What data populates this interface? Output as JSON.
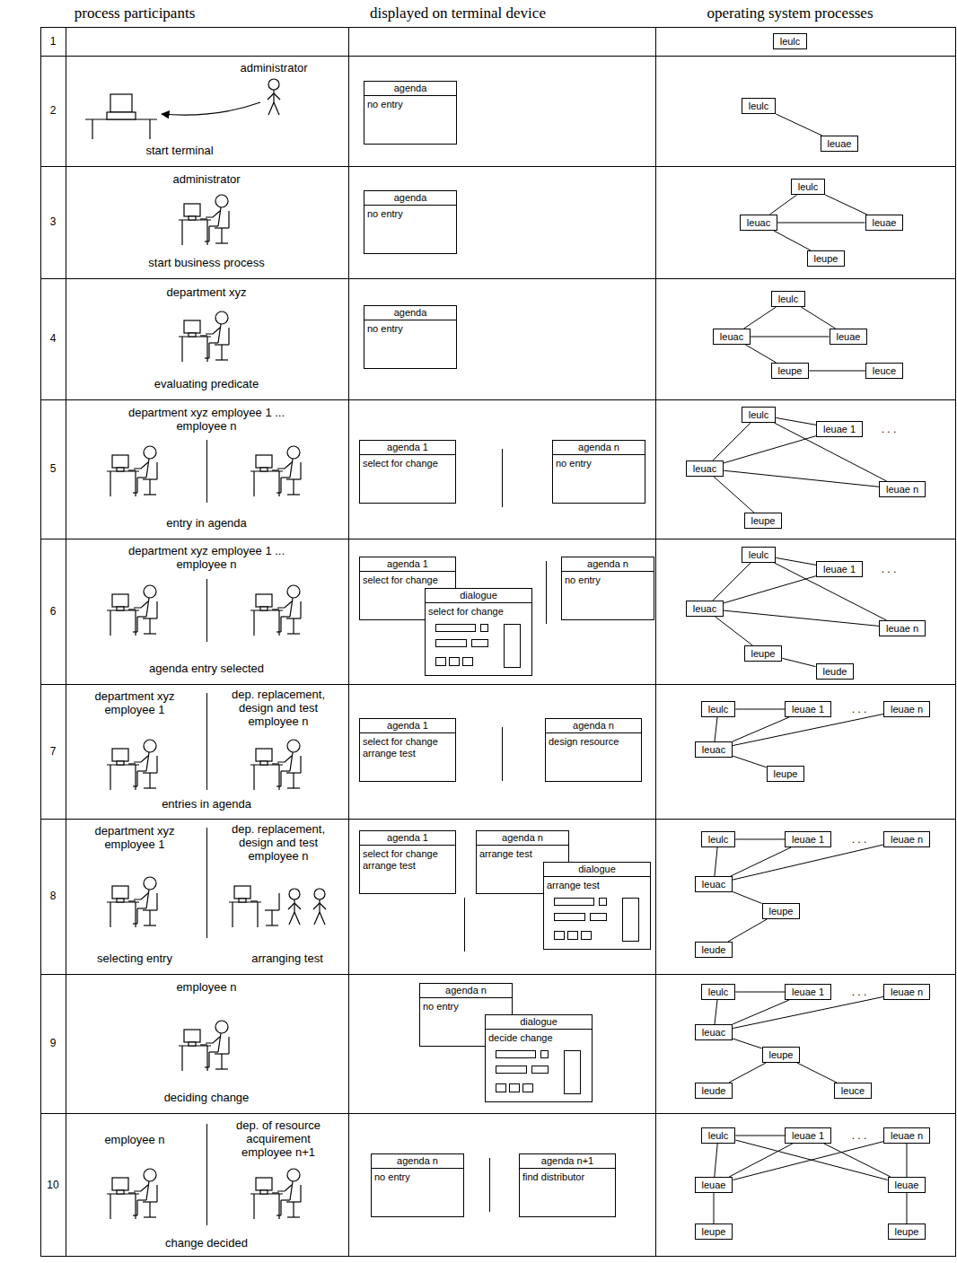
{
  "diagram": {
    "nodes": [
      {
        "text": [
          "leulc"
        ]
      },
      {
        "text": [
          "agenda",
          "no entry"
        ]
      },
      {
        "text": [
          "leulc"
        ]
      },
      {
        "text": [
          "leuae"
        ]
      },
      {
        "text": [
          "agenda",
          "no entry"
        ]
      },
      {
        "text": [
          "leulc"
        ]
      },
      {
        "text": [
          "leuac"
        ]
      },
      {
        "text": [
          "leuae"
        ]
      },
      {
        "text": [
          "leupe"
        ]
      },
      {
        "text": [
          "agenda",
          "no entry"
        ]
      },
      {
        "text": [
          "leulc"
        ]
      },
      {
        "text": [
          "leuac"
        ]
      },
      {
        "text": [
          "leuae"
        ]
      },
      {
        "text": [
          "leupe"
        ]
      },
      {
        "text": [
          "leuce"
        ]
      },
      {
        "text": [
          "agenda 1",
          "select for change"
        ]
      },
      {
        "text": [
          "agenda n",
          "no entry"
        ]
      },
      {
        "text": [
          "leulc"
        ]
      },
      {
        "text": [
          "leuae 1"
        ]
      },
      {
        "text": [
          "leuac"
        ]
      },
      {
        "text": [
          "leuae n"
        ]
      },
      {
        "text": [
          "leupe"
        ]
      },
      {
        "text": [
          "agenda 1",
          "select for change"
        ]
      },
      {
        "text": [
          "dialogue",
          "select for change"
        ]
      },
      {
        "text": [
          "agenda n",
          "no entry"
        ]
      },
      {
        "text": [
          "leulc"
        ]
      },
      {
        "text": [
          "leuae 1"
        ]
      },
      {
        "text": [
          "leuac"
        ]
      },
      {
        "text": [
          "leuae n"
        ]
      },
      {
        "text": [
          "leupe"
        ]
      },
      {
        "text": [
          "leude"
        ]
      },
      {
        "text": [
          "agenda 1",
          "select for change arrange test"
        ]
      },
      {
        "text": [
          "agenda n",
          "design resource"
        ]
      },
      {
        "text": [
          "leulc"
        ]
      },
      {
        "text": [
          "leuae 1"
        ]
      },
      {
        "text": [
          "leuae n"
        ]
      },
      {
        "text": [
          "leuac"
        ]
      },
      {
        "text": [
          "leupe"
        ]
      },
      {
        "text": [
          "agenda 1",
          "select for change arrange test"
        ]
      },
      {
        "text": [
          "agenda n",
          "arrange test"
        ]
      },
      {
        "text": [
          "dialogue",
          "arrange test"
        ]
      },
      {
        "text": [
          "leulc"
        ]
      },
      {
        "text": [
          "leuae 1"
        ]
      },
      {
        "text": [
          "leuae n"
        ]
      },
      {
        "text": [
          "leuac"
        ]
      },
      {
        "text": [
          "leupe"
        ]
      },
      {
        "text": [
          "leude"
        ]
      },
      {
        "text": [
          "agenda n",
          "no entry"
        ]
      },
      {
        "text": [
          "dialogue",
          "decide change"
        ]
      },
      {
        "text": [
          "leulc"
        ]
      },
      {
        "text": [
          "leuae 1"
        ]
      },
      {
        "text": [
          "leuae n"
        ]
      },
      {
        "text": [
          "leuac"
        ]
      },
      {
        "text": [
          "leupe"
        ]
      },
      {
        "text": [
          "leude"
        ]
      },
      {
        "text": [
          "leuce"
        ]
      },
      {
        "text": [
          "agenda n",
          "no entry"
        ]
      },
      {
        "text": [
          "agenda n+1",
          "find distributor"
        ]
      },
      {
        "text": [
          "leulc"
        ]
      },
      {
        "text": [
          "leuae 1"
        ]
      },
      {
        "text": [
          "leuae n"
        ]
      },
      {
        "text": [
          "leuae"
        ]
      },
      {
        "text": [
          "leuae"
        ]
      },
      {
        "text": [
          "leupe"
        ]
      },
      {
        "text": [
          "leupe"
        ]
      }
    ],
    "edges": [
      {
        "from": 2,
        "to": 3,
        "arrow": "none"
      },
      {
        "from": 5,
        "to": 6,
        "arrow": "none"
      },
      {
        "from": 5,
        "to": 7,
        "arrow": "none"
      },
      {
        "from": 6,
        "to": 7,
        "arrow": "none"
      },
      {
        "from": 6,
        "to": 8,
        "arrow": "none"
      },
      {
        "from": 10,
        "to": 11,
        "arrow": "none"
      },
      {
        "from": 10,
        "to": 12,
        "arrow": "none"
      },
      {
        "from": 11,
        "to": 12,
        "arrow": "none"
      },
      {
        "from": 11,
        "to": 13,
        "arrow": "none"
      },
      {
        "from": 13,
        "to": 14,
        "arrow": "none"
      },
      {
        "from": 17,
        "to": 19,
        "arrow": "none"
      },
      {
        "from": 17,
        "to": 18,
        "arrow": "none"
      },
      {
        "from": 17,
        "to": 20,
        "arrow": "none"
      },
      {
        "from": 19,
        "to": 18,
        "arrow": "none"
      },
      {
        "from": 19,
        "to": 20,
        "arrow": "none"
      },
      {
        "from": 19,
        "to": 21,
        "arrow": "none"
      },
      {
        "from": 25,
        "to": 27,
        "arrow": "none"
      },
      {
        "from": 25,
        "to": 26,
        "arrow": "none"
      },
      {
        "from": 25,
        "to": 28,
        "arrow": "none"
      },
      {
        "from": 27,
        "to": 26,
        "arrow": "none"
      },
      {
        "from": 27,
        "to": 28,
        "arrow": "none"
      },
      {
        "from": 27,
        "to": 29,
        "arrow": "none"
      },
      {
        "from": 29,
        "to": 30,
        "arrow": "none"
      },
      {
        "from": 33,
        "to": 34,
        "arrow": "none"
      },
      {
        "from": 33,
        "to": 36,
        "arrow": "none"
      },
      {
        "from": 36,
        "to": 34,
        "arrow": "none"
      },
      {
        "from": 36,
        "to": 35,
        "arrow": "none"
      },
      {
        "from": 36,
        "to": 37,
        "arrow": "none"
      },
      {
        "from": 41,
        "to": 42,
        "arrow": "none"
      },
      {
        "from": 41,
        "to": 44,
        "arrow": "none"
      },
      {
        "from": 44,
        "to": 42,
        "arrow": "none"
      },
      {
        "from": 44,
        "to": 43,
        "arrow": "none"
      },
      {
        "from": 44,
        "to": 45,
        "arrow": "none"
      },
      {
        "from": 45,
        "to": 46,
        "arrow": "none"
      },
      {
        "from": 49,
        "to": 50,
        "arrow": "none"
      },
      {
        "from": 49,
        "to": 52,
        "arrow": "none"
      },
      {
        "from": 52,
        "to": 50,
        "arrow": "none"
      },
      {
        "from": 52,
        "to": 51,
        "arrow": "none"
      },
      {
        "from": 52,
        "to": 53,
        "arrow": "none"
      },
      {
        "from": 53,
        "to": 54,
        "arrow": "none"
      },
      {
        "from": 53,
        "to": 55,
        "arrow": "none"
      },
      {
        "from": 58,
        "to": 59,
        "arrow": "none"
      },
      {
        "from": 58,
        "to": 61,
        "arrow": "none"
      },
      {
        "from": 58,
        "to": 62,
        "arrow": "none"
      },
      {
        "from": 59,
        "to": 61,
        "arrow": "none"
      },
      {
        "from": 59,
        "to": 62,
        "arrow": "none"
      },
      {
        "from": 60,
        "to": 61,
        "arrow": "none"
      },
      {
        "from": 60,
        "to": 62,
        "arrow": "none"
      },
      {
        "from": 61,
        "to": 63,
        "arrow": "none"
      },
      {
        "from": 62,
        "to": 64,
        "arrow": "none"
      }
    ],
    "labels": [
      "process participants",
      "displayed on terminal device",
      "operating system processes",
      "1",
      "2",
      "administrator",
      "start terminal",
      "3",
      "administrator",
      "start business process",
      "4",
      "department xyz",
      "evaluating predicate",
      "5",
      "department xyz employee 1 ... employee n",
      "entry in agenda",
      ". . .",
      "6",
      "department xyz employee 1 ... employee n",
      "agenda entry selected",
      ". . .",
      "7",
      "department xyz employee 1",
      "dep. replacement, design and test employee n",
      "entries in agenda",
      ". . .",
      "8",
      "department xyz employee 1",
      "dep. replacement, design and test employee n",
      "selecting entry",
      "arranging test",
      ". . .",
      "9",
      "employee n",
      "deciding change",
      ". . .",
      "10",
      "employee n",
      "dep. of resource acquirement employee n+1",
      "change decided",
      ". . ."
    ]
  }
}
